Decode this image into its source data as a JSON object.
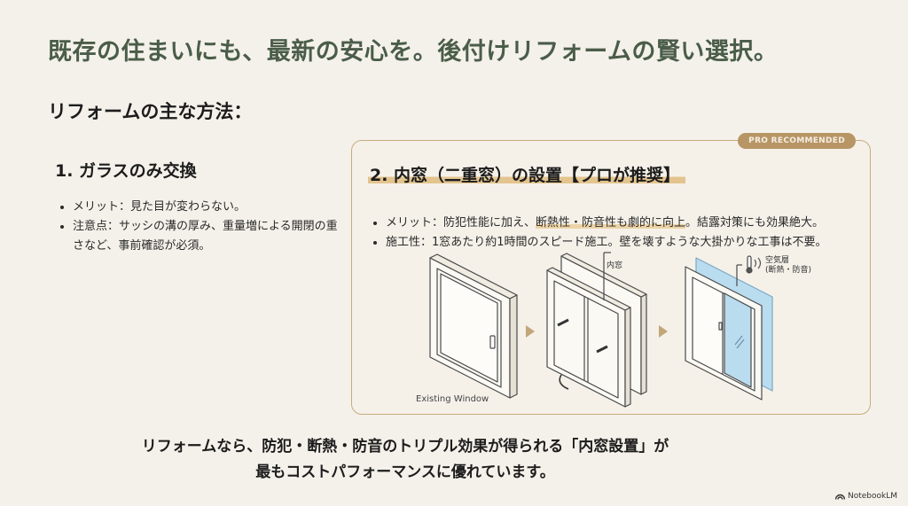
{
  "slide": {
    "title": "既存の住まいにも、最新の安心を。後付けリフォームの賢い選択。",
    "section_heading": "リフォームの主な方法：",
    "method1": {
      "title": "1. ガラスのみ交換",
      "bullets": [
        "メリット：見た目が変わらない。",
        "注意点：サッシの溝の厚み、重量増による開閉の重さなど、事前確認が必須。"
      ]
    },
    "method2": {
      "badge": "PRO RECOMMENDED",
      "title": "2. 内窓（二重窓）の設置【プロが推奨】",
      "bullet1": {
        "prefix": "メリット：防犯性能に加え、",
        "highlight": "断熱性・防音性も劇的に向上",
        "suffix": "。結露対策にも効果絶大。"
      },
      "bullet2": "施工性：1窓あたり約1時間のスピード施工。壁を壊すような大掛かりな工事は不要。",
      "diagram": {
        "caption_existing": "Existing Window",
        "label_inner_window": "内窓",
        "label_air_layer_line1": "空気層",
        "label_air_layer_line2": "(断熱・防音)"
      }
    },
    "conclusion": {
      "line1": "リフォームなら、防犯・断熱・防音のトリプル効果が得られる「内窓設置」が",
      "line2": "最もコストパフォーマンスに優れています。"
    },
    "brand": "NotebookLM"
  },
  "colors": {
    "background": "#f4f1ea",
    "title_green": "#4a5d49",
    "accent_gold": "#b89565",
    "card_border": "#c9ab7e",
    "highlight": "#e3c48e",
    "glass_blue": "#b9dcef"
  }
}
